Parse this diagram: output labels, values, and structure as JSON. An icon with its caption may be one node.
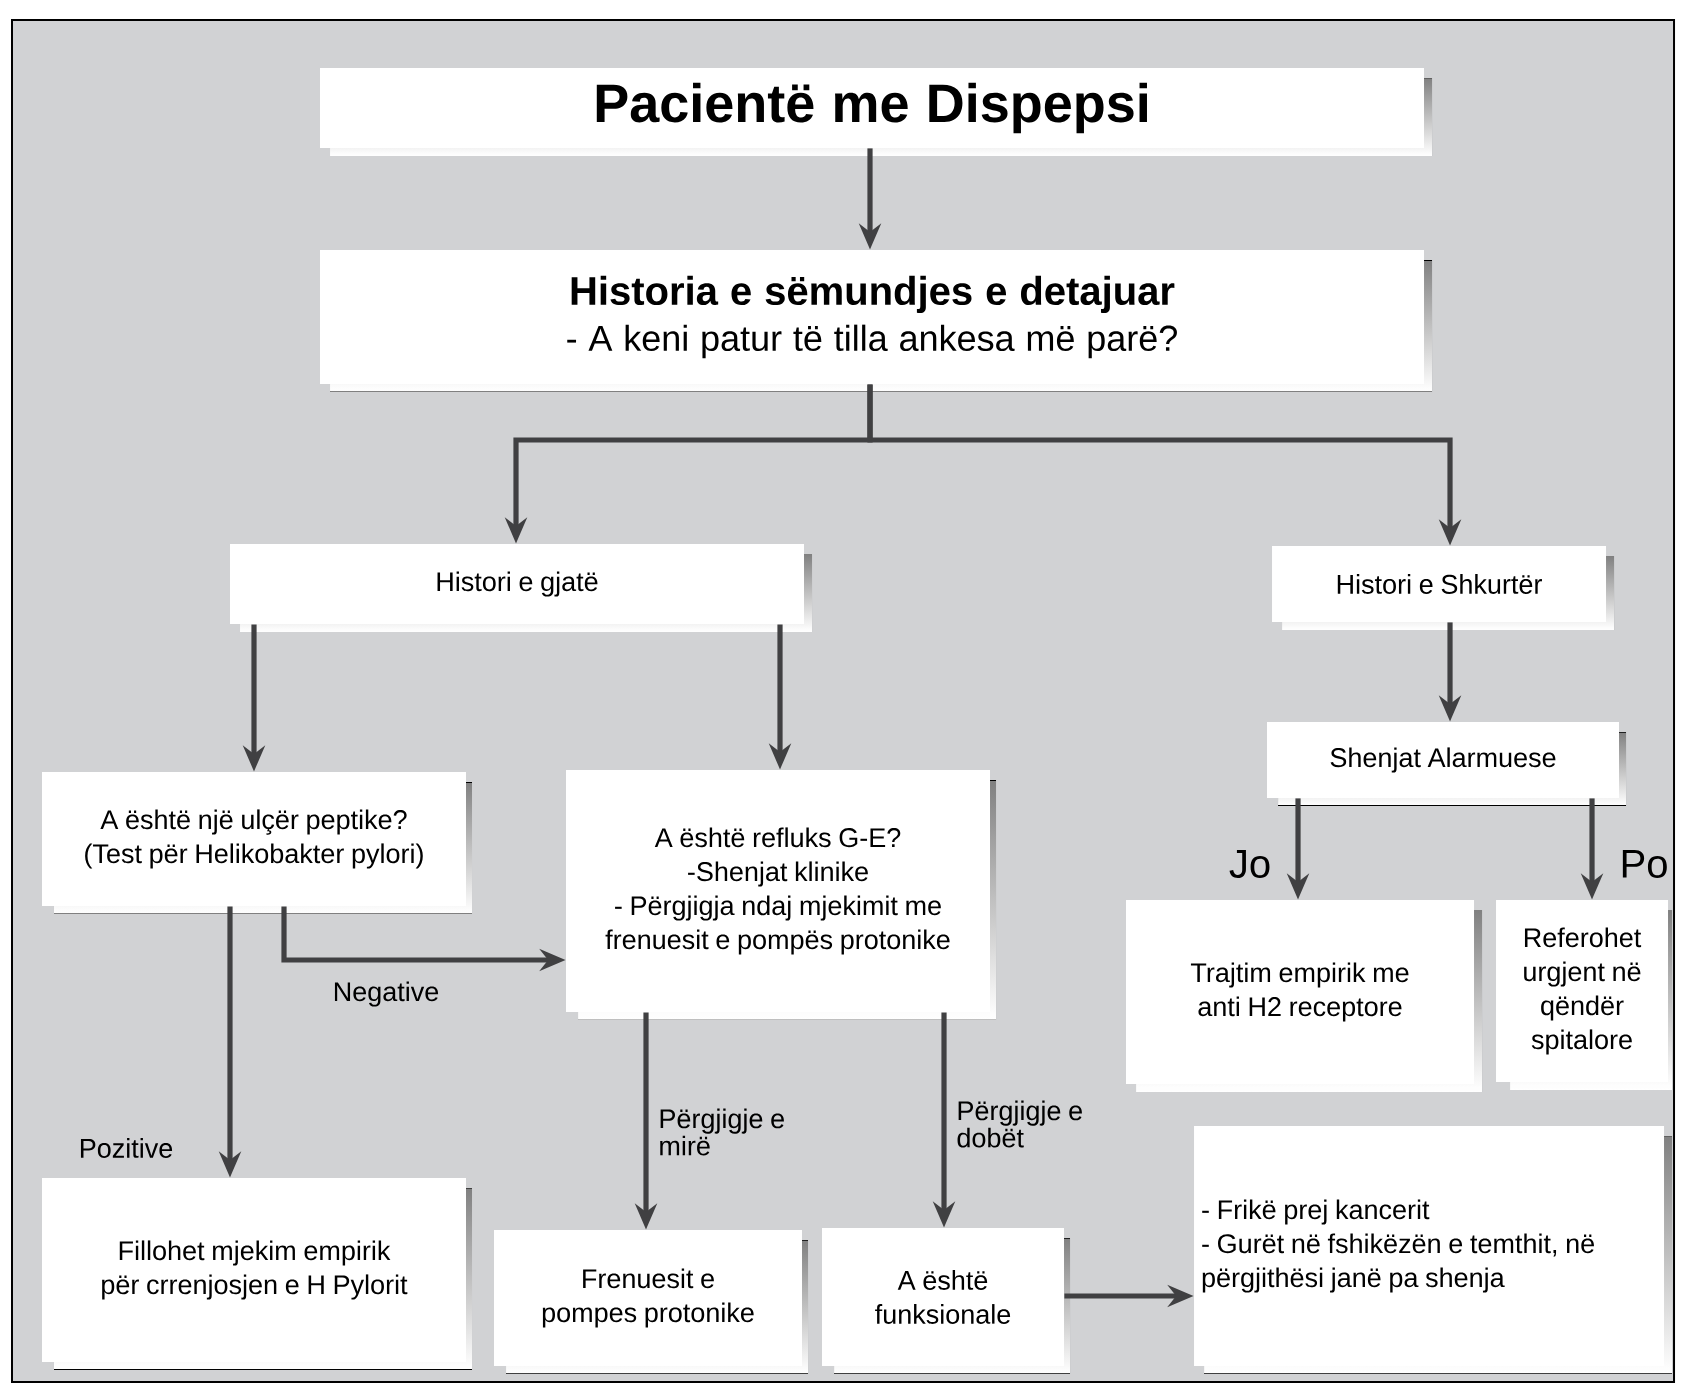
{
  "diagram": {
    "nodes": [
      {
        "text": [
          "Pacientë me Dispepsi"
        ]
      },
      {
        "text": [
          "Historia e sëmundjes e detajuar",
          "- A keni patur të tilla ankesa më parë?"
        ]
      },
      {
        "text": [
          "Histori e gjatë"
        ]
      },
      {
        "text": [
          "Histori e Shkurtër"
        ]
      },
      {
        "text": [
          "Shenjat Alarmuese"
        ]
      },
      {
        "text": [
          "A është një ulçër peptike?",
          "(Test për Helikobakter pylori)"
        ]
      },
      {
        "text": [
          "A është refluks G-E?",
          "-Shenjat klinike",
          "- Përgjigja ndaj mjekimit me frenuesit e pompës protonike"
        ]
      },
      {
        "text": [
          "Trajtim empirik me anti H2 receptore"
        ]
      },
      {
        "text": [
          "Referohet urgjent në qëndër spitalore"
        ]
      },
      {
        "text": [
          "Fillohet mjekim empirik për crrenjosjen e H Pylorit"
        ]
      },
      {
        "text": [
          "Frenuesit e pompes protonike"
        ]
      },
      {
        "text": [
          "A është funksionale"
        ]
      },
      {
        "text": [
          "- Frikë prej kancerit",
          "- Gurët në fshikëzën e temthit, në përgjithësi janë pa shenja"
        ]
      }
    ],
    "edges": [
      {
        "from": 0,
        "to": 1,
        "arrow": "to"
      },
      {
        "from": 1,
        "to": 2,
        "arrow": "to"
      },
      {
        "from": 1,
        "to": 3,
        "arrow": "to"
      },
      {
        "from": 2,
        "to": 5,
        "arrow": "to"
      },
      {
        "from": 2,
        "to": 6,
        "arrow": "to"
      },
      {
        "from": 3,
        "to": 4,
        "arrow": "to"
      },
      {
        "from": 4,
        "to": 7,
        "arrow": "to",
        "label": "Jo"
      },
      {
        "from": 4,
        "to": 8,
        "arrow": "to",
        "label": "Po"
      },
      {
        "from": 5,
        "to": 9,
        "arrow": "to",
        "label": "Pozitive"
      },
      {
        "from": 5,
        "to": 6,
        "arrow": "to",
        "label": "Negative"
      },
      {
        "from": 6,
        "to": 10,
        "arrow": "to",
        "label": "Përgjigje e mirë"
      },
      {
        "from": 6,
        "to": 11,
        "arrow": "to",
        "label": "Përgjigje e dobët"
      },
      {
        "from": 11,
        "to": 12,
        "arrow": "to"
      }
    ]
  }
}
